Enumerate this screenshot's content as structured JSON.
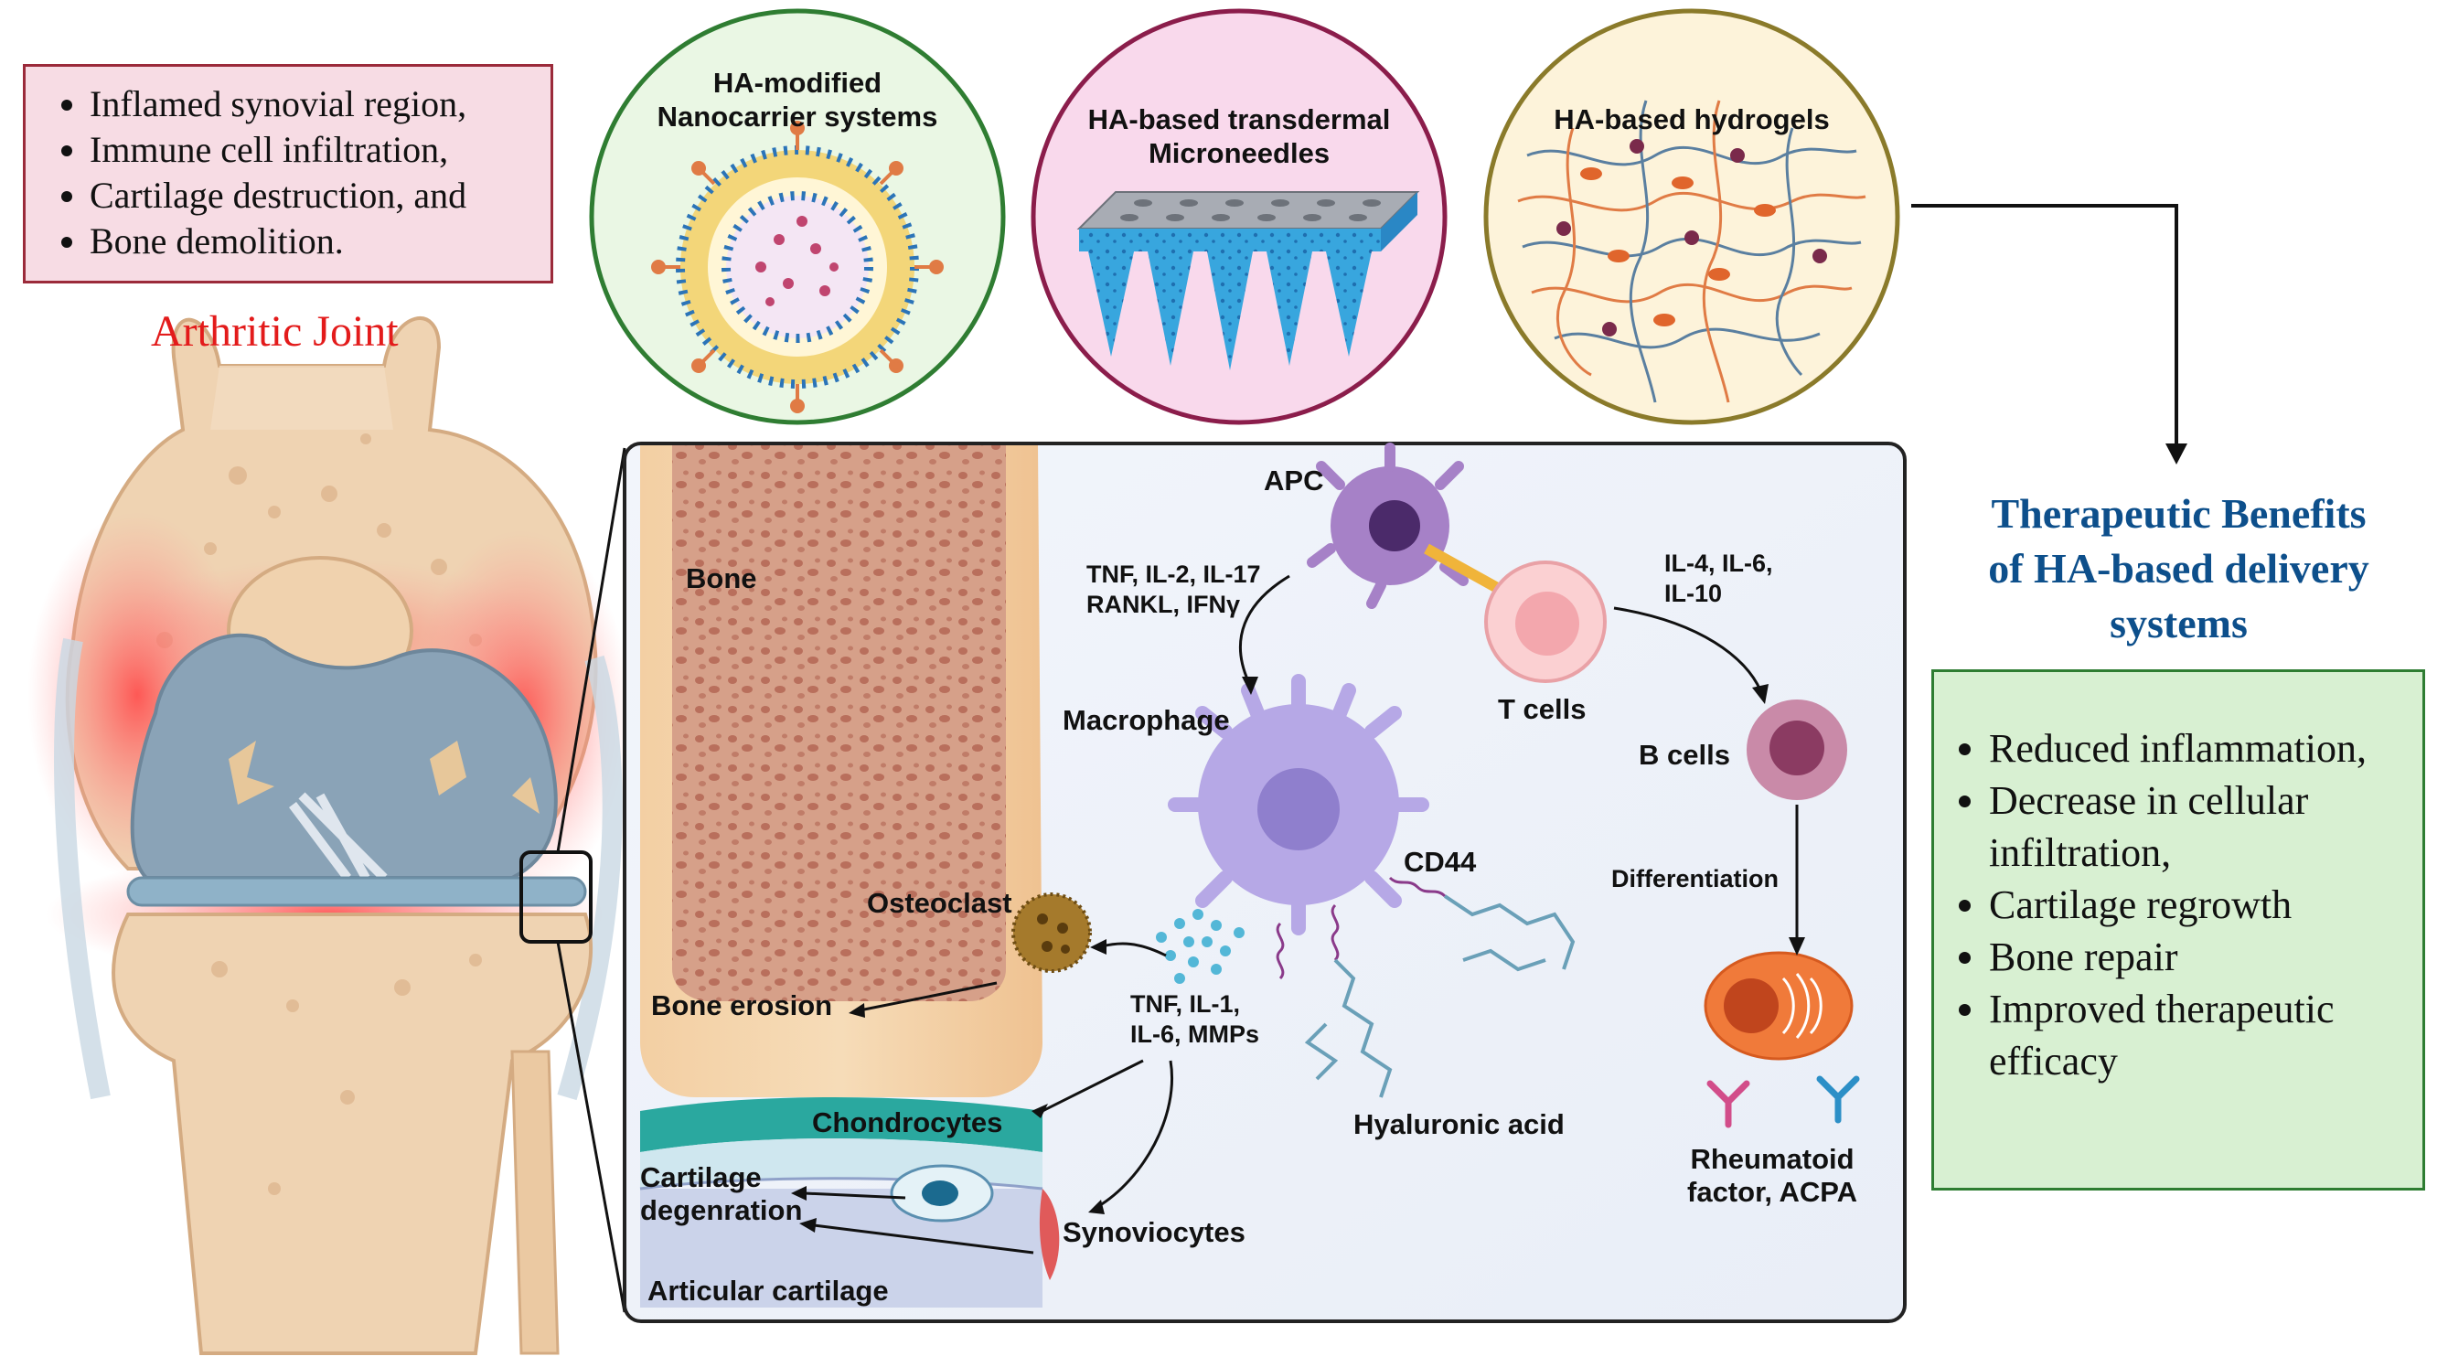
{
  "top_box": {
    "items": [
      "Inflamed synovial region,",
      "Immune cell infiltration,",
      "Cartilage destruction, and",
      "Bone demolition."
    ]
  },
  "joint_title": "Arthritic Joint",
  "circles": {
    "nanocarrier": [
      "HA-modified",
      "Nanocarrier systems"
    ],
    "microneedles": [
      "HA-based transdermal",
      "Microneedles"
    ],
    "hydrogels": [
      "HA-based hydrogels"
    ]
  },
  "labels": {
    "bone": "Bone",
    "apc": "APC",
    "cytokines_apc": [
      "TNF, IL-2, IL-17",
      "RANKL, IFNγ"
    ],
    "cytokines_t": [
      "IL-4, IL-6,",
      "IL-10"
    ],
    "macrophage": "Macrophage",
    "t_cells": "T cells",
    "b_cells": "B cells",
    "cd44": "CD44",
    "differentiation": "Differentiation",
    "osteoclast": "Osteoclast",
    "bone_erosion": "Bone erosion",
    "cytokines_mac": [
      "TNF, IL-1,",
      "IL-6, MMPs"
    ],
    "chondrocytes": "Chondrocytes",
    "cartilage_degeneration": [
      "Cartilage",
      "degenration"
    ],
    "synoviocytes": "Synoviocytes",
    "articular_cartilage": "Articular cartilage",
    "hyaluronic_acid": "Hyaluronic acid",
    "rheumatoid": [
      "Rheumatoid",
      "factor, ACPA"
    ]
  },
  "therapeutic_title": [
    "Therapeutic Benefits",
    "of HA-based delivery",
    "systems"
  ],
  "benefits": {
    "items": [
      "Reduced inflammation,",
      "Decrease in cellular infiltration,",
      "Cartilage regrowth",
      "Bone repair",
      "Improved therapeutic efficacy"
    ]
  },
  "colors": {
    "top_box_fill": "#f7dce4",
    "top_box_border": "#9b2a3a",
    "benefit_box_fill": "#d8f0d2",
    "benefit_box_border": "#2e7d32",
    "title_red": "#e31b1b",
    "title_blue": "#0d4f8b"
  }
}
